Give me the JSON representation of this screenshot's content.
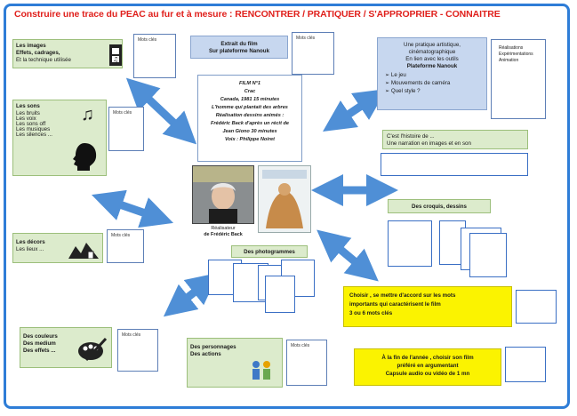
{
  "title": "Construire une trace  du PEAC au fur et à mesure : RENCONTRER / PRATIQUER / S'APPROPRIER - CONNAITRE",
  "note_label": "Mots clés",
  "images_box": {
    "lines": [
      "Les images",
      "Effets, cadrages,",
      "Et la technique utilisée"
    ]
  },
  "sons_box": {
    "lines": [
      "Les sons",
      "Les bruits",
      "Les voix",
      "Les sons off",
      "Les musiques",
      "Les silences ..."
    ]
  },
  "decors_box": {
    "lines": [
      "Les décors",
      "Les lieux ..."
    ]
  },
  "couleurs_box": {
    "lines": [
      "Des couleurs",
      "Des medium",
      "Des effets ..."
    ]
  },
  "personnages_box": {
    "lines": [
      "Des personnages",
      "Des actions"
    ]
  },
  "extrait_box": {
    "lines": [
      "Extrait du film",
      "Sur plateforme Nanouk"
    ]
  },
  "film_box": {
    "lines": [
      "FILM N°1",
      "Crac",
      "Canada,  1981   15 minutes",
      "L'homme qui plantait des arbres",
      "Réalisation   dessins animés :",
      "Frédéric Back d'après un récit de",
      "Jean Giono 30 minutes",
      "Voix : Philippe Noiret"
    ]
  },
  "pratique_box": {
    "lines": [
      "Une pratique artistique,",
      "cinématographique",
      "En lien avec les outils",
      "Plateforme Nanouk",
      "➢ Le jeu",
      "➢ Mouvements de caméra",
      "➢ Quel style ?"
    ]
  },
  "pratique_note": {
    "lines": [
      "Réalisations",
      "Expérimentations",
      "Animation"
    ]
  },
  "histoire_box": {
    "lines": [
      "C'est l'histoire de ...",
      "Une narration en images et en son"
    ]
  },
  "croquis_box": {
    "label": "Des croquis, dessins"
  },
  "photogrammes_box": {
    "label": "Des photogrammes"
  },
  "realisateur_caption": {
    "lines": [
      "Réalisateur",
      "de Frédéric Back"
    ]
  },
  "choisir_box": {
    "lines": [
      "Choisir , se mettre d'accord sur les mots",
      "importants qui caractérisent le film",
      "3 ou 6 mots clés"
    ]
  },
  "fin_box": {
    "lines": [
      "À la fin de l'année , choisir son film",
      "préféré en argumentant",
      "Capsule audio ou vidéo de 1 mn"
    ]
  },
  "colors": {
    "title": "#e0211d",
    "frame": "#2e7dd7",
    "green_box": "#dcebcc",
    "blue_box": "#c7d7ef",
    "yellow_box": "#fbf300",
    "arrow": "#4f8fd6"
  }
}
